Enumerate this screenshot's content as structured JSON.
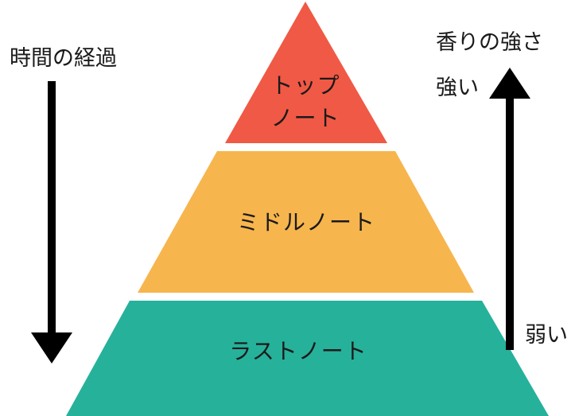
{
  "left": {
    "label": "時間の経過"
  },
  "right": {
    "label": "香りの強さ",
    "top": "強い",
    "bottom": "弱い"
  },
  "tiers": [
    {
      "line1": "トップ",
      "line2": "ノート",
      "color": "#f05945"
    },
    {
      "line1": "ミドルノート",
      "line2": "",
      "color": "#f7b54e"
    },
    {
      "line1": "ラストノート",
      "line2": "",
      "color": "#26b19b"
    }
  ],
  "colors": {
    "arrow": "#000000",
    "text": "#1a1a1a"
  }
}
